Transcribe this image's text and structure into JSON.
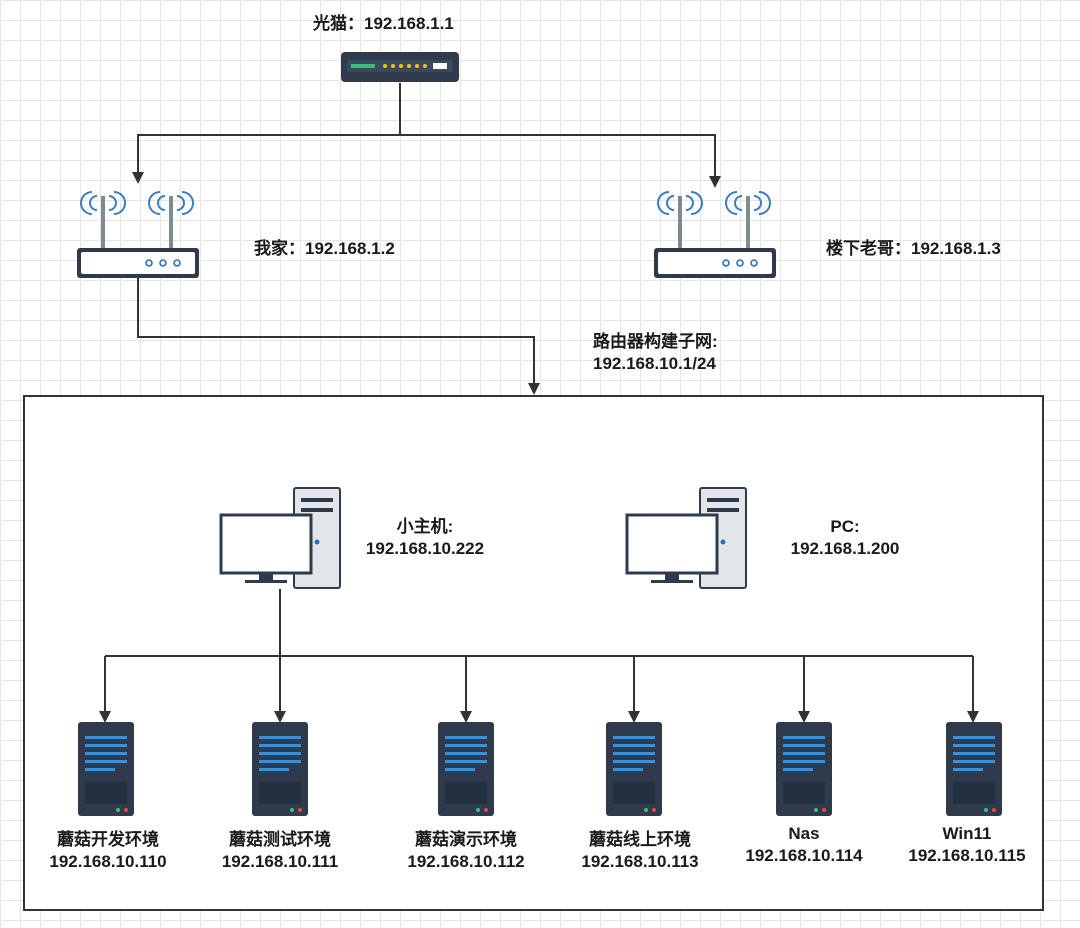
{
  "modem": {
    "name": "光猫",
    "ip": "192.168.1.1",
    "icon": "modem-icon"
  },
  "routers": [
    {
      "name": "我家",
      "ip": "192.168.1.2",
      "icon": "wifi-router-icon"
    },
    {
      "name": "楼下老哥",
      "ip": "192.168.1.3",
      "icon": "wifi-router-icon"
    }
  ],
  "subnet": {
    "title": "路由器构建子网:",
    "cidr": "192.168.10.1/24"
  },
  "computers": [
    {
      "name": "小主机:",
      "ip": "192.168.10.222",
      "icon": "desktop-computer-icon"
    },
    {
      "name": "PC:",
      "ip": "192.168.1.200",
      "icon": "desktop-computer-icon"
    }
  ],
  "servers": [
    {
      "name": "蘑菇开发环境",
      "ip": "192.168.10.110",
      "icon": "server-rack-icon"
    },
    {
      "name": "蘑菇测试环境",
      "ip": "192.168.10.111",
      "icon": "server-rack-icon"
    },
    {
      "name": "蘑菇演示环境",
      "ip": "192.168.10.112",
      "icon": "server-rack-icon"
    },
    {
      "name": "蘑菇线上环境",
      "ip": "192.168.10.113",
      "icon": "server-rack-icon"
    },
    {
      "name": "Nas",
      "ip": "192.168.10.114",
      "icon": "server-rack-icon"
    },
    {
      "name": "Win11",
      "ip": "192.168.10.115",
      "icon": "server-rack-icon"
    }
  ],
  "colors": {
    "line": "#333333",
    "device_dark": "#2f3b4c",
    "device_light": "#ffffff",
    "server_body": "#2f3b4c",
    "server_stripe": "#3d8fd6",
    "led_green": "#3dbd7d",
    "led_red": "#e74c3c",
    "wifi_blue": "#3a7cc1"
  }
}
